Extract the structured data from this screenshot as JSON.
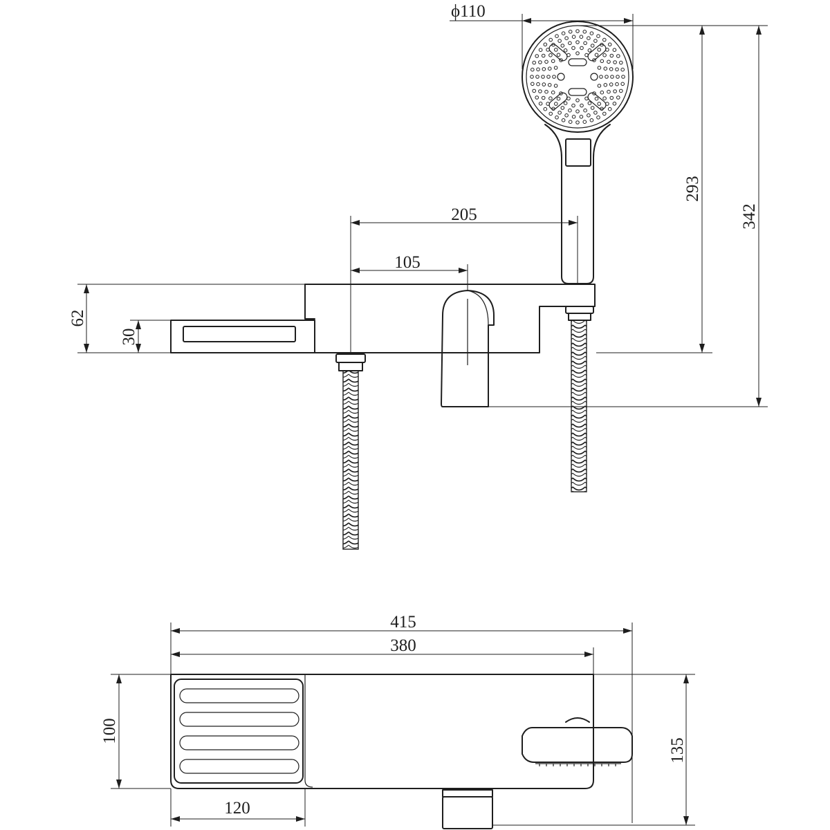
{
  "dimensions": {
    "head_diameter": "ϕ110",
    "handshower_height": "293",
    "total_height": "342",
    "hose_spacing": "205",
    "handle_offset": "105",
    "body_height": "62",
    "spout_height": "30",
    "total_length": "415",
    "body_length": "380",
    "shelf_depth": "100",
    "total_depth": "135",
    "shelf_width": "120"
  }
}
